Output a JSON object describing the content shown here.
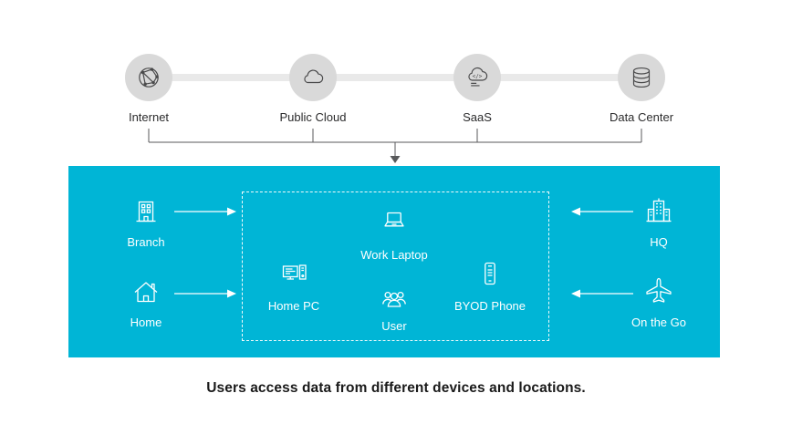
{
  "top_nodes": [
    {
      "label": "Internet"
    },
    {
      "label": "Public Cloud"
    },
    {
      "label": "SaaS"
    },
    {
      "label": "Data Center"
    }
  ],
  "zone": {
    "left": [
      {
        "label": "Branch"
      },
      {
        "label": "Home"
      }
    ],
    "center": [
      {
        "label": "Work Laptop"
      },
      {
        "label": "Home PC"
      },
      {
        "label": "User"
      },
      {
        "label": "BYOD Phone"
      }
    ],
    "right": [
      {
        "label": "HQ"
      },
      {
        "label": "On the Go"
      }
    ]
  },
  "icons": {
    "saas_glyph": "</>"
  },
  "caption": "Users access data from different devices and locations.",
  "colors": {
    "zone_background": "#00b5d6",
    "node_circle": "#d9d9d9",
    "icon_stroke_dark": "#4a4a4b",
    "icon_stroke_light": "#ffffff",
    "top_line": "#e9e9e9",
    "connector": "#58595b",
    "text_dark": "#2b2b2c"
  }
}
